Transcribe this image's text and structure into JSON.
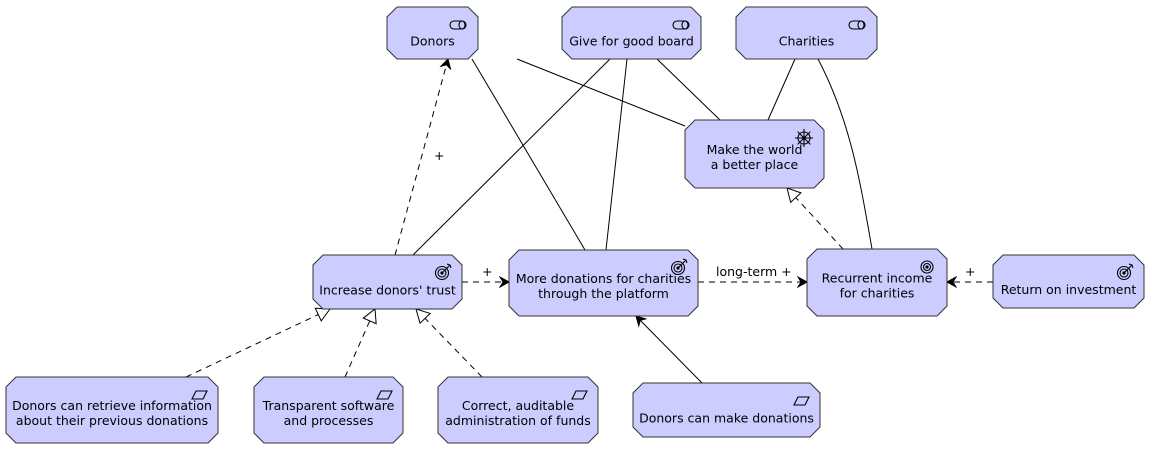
{
  "colors": {
    "node_fill": "#ccccff",
    "node_stroke": "#333333",
    "edge": "#000000"
  },
  "nodes": {
    "donors": {
      "lines": [
        "Donors"
      ],
      "icon": "role-icon"
    },
    "board": {
      "lines": [
        "Give for good board"
      ],
      "icon": "role-icon"
    },
    "charities": {
      "lines": [
        "Charities"
      ],
      "icon": "role-icon"
    },
    "world": {
      "lines": [
        "Make the world",
        "a better place"
      ],
      "icon": "driver-wheel-icon"
    },
    "trust": {
      "lines": [
        "Increase donors' trust"
      ],
      "icon": "goal-target-icon"
    },
    "donations": {
      "lines": [
        "More donations for charities",
        "through the platform"
      ],
      "icon": "goal-target-icon"
    },
    "recurrent": {
      "lines": [
        "Recurrent income",
        "for charities"
      ],
      "icon": "outcome-bullseye-icon"
    },
    "roi": {
      "lines": [
        "Return on investment"
      ],
      "icon": "goal-target-icon"
    },
    "retrieve": {
      "lines": [
        "Donors can retrieve information",
        "about their previous donations"
      ],
      "icon": "requirement-parallelogram-icon"
    },
    "transparent": {
      "lines": [
        "Transparent software",
        "and processes"
      ],
      "icon": "requirement-parallelogram-icon"
    },
    "auditable": {
      "lines": [
        "Correct, auditable",
        "administration of funds"
      ],
      "icon": "requirement-parallelogram-icon"
    },
    "make": {
      "lines": [
        "Donors can make donations"
      ],
      "icon": "requirement-parallelogram-icon"
    }
  },
  "edge_labels": {
    "trust_to_donors": "+",
    "trust_to_donations": "+",
    "donations_to_recurrent": "long-term +",
    "roi_to_recurrent": "+"
  }
}
